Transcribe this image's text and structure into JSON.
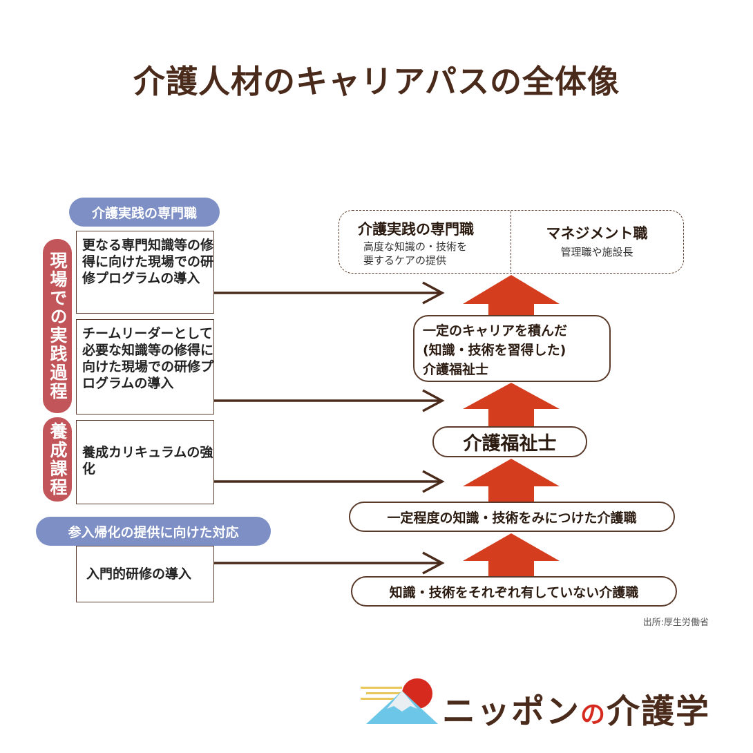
{
  "title": "介護人材のキャリアパスの全体像",
  "left": {
    "specialist_header": "介護実践の専門職",
    "practice_label": "現場での実践過程",
    "training_label": "養成課程",
    "entry_header": "参入帰化の提供に向けた対応",
    "boxes": [
      "更なる専門知識等の修得に向けた現場での研修プログラムの導入",
      "チームリーダーとして必要な知識等の修得に向けた現場での研修プログラムの導入",
      "養成カリキュラムの強化",
      "入門的研修の導入"
    ]
  },
  "right": {
    "top_left_title": "介護実践の専門職",
    "top_left_sub1": "高度な知識の・技術を",
    "top_left_sub2": "要するケアの提供",
    "top_right_title": "マネジメント職",
    "top_right_sub": "管理職や施設長",
    "career_line1": "一定のキャリアを積んだ",
    "career_line2": "(知識・技術を習得した)",
    "career_line3": "介護福祉士",
    "certified": "介護福祉士",
    "some_skill": "一定程度の知識・技術をみにつけた介護職",
    "no_skill": "知識・技術をそれぞれ有していない介護職"
  },
  "source": "出所:厚生労働省",
  "logo": {
    "part1": "ニッポン",
    "part2": "の",
    "part3": "介護学"
  },
  "colors": {
    "brown": "#4a2a1a",
    "red_arrow": "#d43d1e",
    "blue_pill": "#7d8fc4",
    "red_bar": "#c1555a"
  }
}
